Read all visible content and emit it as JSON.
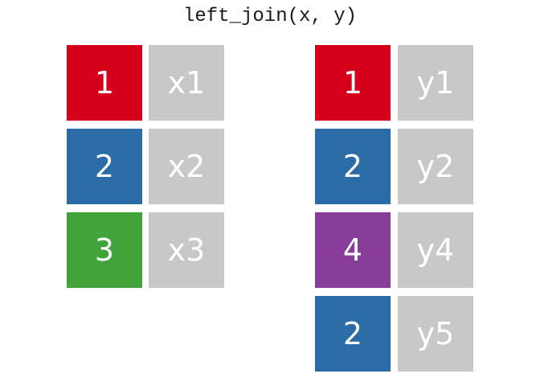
{
  "title": "left_join(x, y)",
  "background": "#ffffff",
  "title_color": "#1a1a1a",
  "palette": {
    "red": "#d6001c",
    "blue": "#2b6ca8",
    "green": "#42a33a",
    "purple": "#883d9b",
    "gray": "#c8c8c8",
    "text_on_cell": "#ffffff"
  },
  "tables": [
    {
      "name": "x",
      "rows": [
        {
          "key": "1",
          "key_color": "#d6001c",
          "value": "x1",
          "value_color": "#c8c8c8"
        },
        {
          "key": "2",
          "key_color": "#2b6ca8",
          "value": "x2",
          "value_color": "#c8c8c8"
        },
        {
          "key": "3",
          "key_color": "#42a33a",
          "value": "x3",
          "value_color": "#c8c8c8"
        }
      ]
    },
    {
      "name": "y",
      "rows": [
        {
          "key": "1",
          "key_color": "#d6001c",
          "value": "y1",
          "value_color": "#c8c8c8"
        },
        {
          "key": "2",
          "key_color": "#2b6ca8",
          "value": "y2",
          "value_color": "#c8c8c8"
        },
        {
          "key": "4",
          "key_color": "#883d9b",
          "value": "y4",
          "value_color": "#c8c8c8"
        },
        {
          "key": "2",
          "key_color": "#2b6ca8",
          "value": "y5",
          "value_color": "#c8c8c8"
        }
      ]
    }
  ]
}
